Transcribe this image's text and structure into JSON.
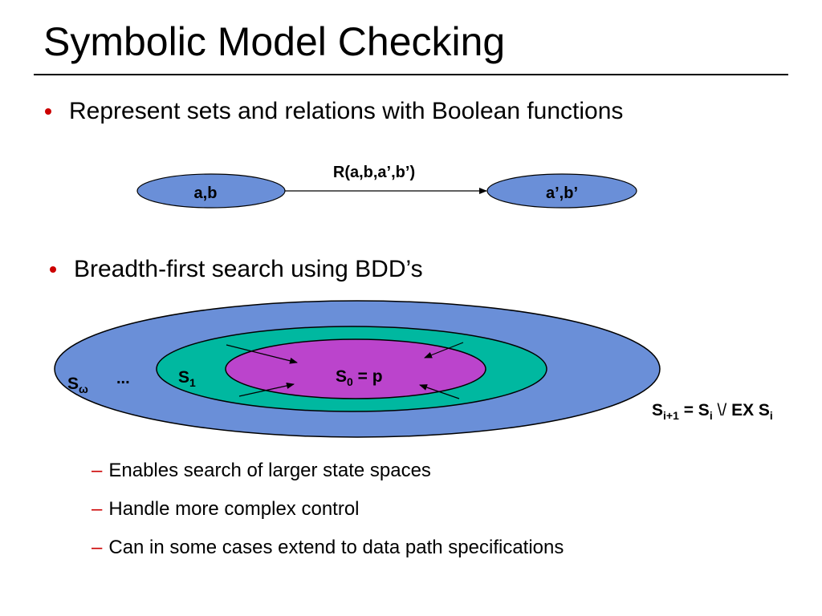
{
  "slide": {
    "title": "Symbolic Model Checking",
    "bullets": [
      "Represent sets and relations with Boolean functions",
      "Breadth-first search using BDD’s"
    ],
    "sub_bullets": [
      "Enables search of larger state spaces",
      "Handle more complex control",
      "Can in some cases extend to data path specifications"
    ],
    "dash": "–"
  },
  "relation_diagram": {
    "left_node": "a,b",
    "right_node": "a’,b’",
    "edge_label": "R(a,b,a’,b’)",
    "node_color": "#6a8fd8"
  },
  "bfs_diagram": {
    "outer_label_base": "S",
    "outer_label_sub": "ω",
    "ellipsis": "...",
    "mid_label_base": "S",
    "mid_label_sub": "1",
    "inner_label_base": "S",
    "inner_label_sub": "0",
    "inner_label_rest": " = p",
    "colors": {
      "outer": "#6a8fd8",
      "middle": "#00b8a0",
      "inner": "#bb44cc"
    }
  },
  "formula": {
    "lhs_base": "S",
    "lhs_sub": "i+1",
    "eq": " = S",
    "s_sub": "i",
    "or": " \\/ ",
    "ex": "EX S",
    "ex_sub": "i"
  }
}
